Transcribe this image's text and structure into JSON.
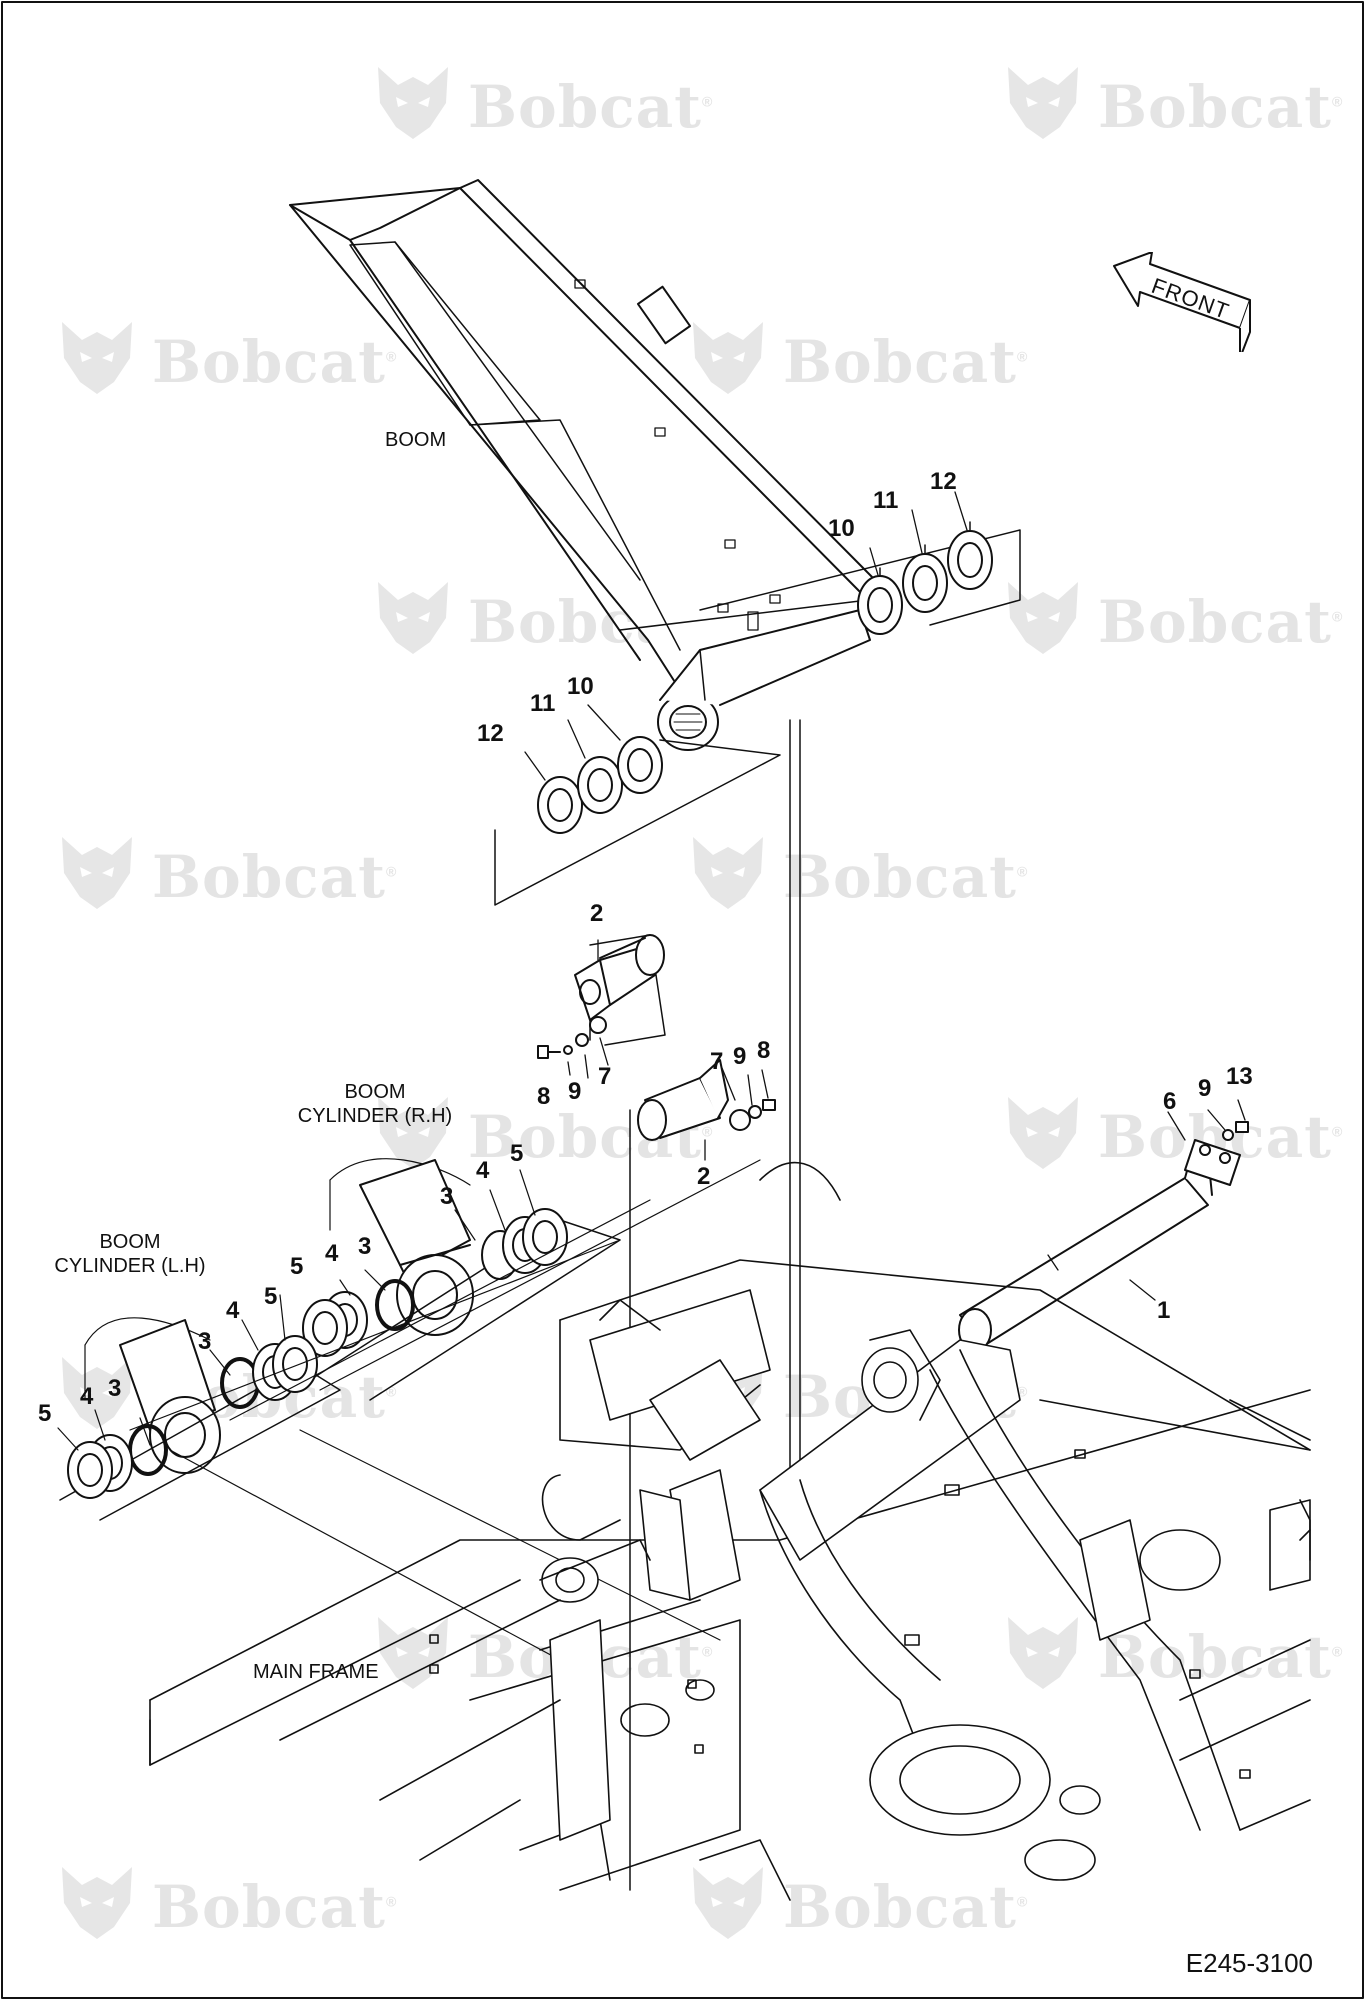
{
  "watermark": {
    "brand": "Bobcat",
    "symbol": "®",
    "logo_icon": "bobcat-head-icon"
  },
  "orientation": {
    "front_label": "FRONT",
    "icon": "front-arrow-icon"
  },
  "labels": {
    "boom": "BOOM",
    "boom_cylinder_rh_line1": "BOOM",
    "boom_cylinder_rh_line2": "CYLINDER (R.H)",
    "boom_cylinder_lh_line1": "BOOM",
    "boom_cylinder_lh_line2": "CYLINDER (L.H)",
    "main_frame": "MAIN FRAME"
  },
  "callouts": {
    "top_right": [
      "10",
      "11",
      "12"
    ],
    "top_left": [
      "12",
      "11",
      "10"
    ],
    "pin_upper": [
      "2",
      "8",
      "9",
      "7"
    ],
    "pin_lower": [
      "7",
      "9",
      "8",
      "2"
    ],
    "main_pin": [
      "6",
      "9",
      "13",
      "1"
    ],
    "cyl_rh": [
      "3",
      "4",
      "5",
      "5",
      "4",
      "3"
    ],
    "cyl_lh": [
      "3",
      "4",
      "5",
      "5",
      "4",
      "3"
    ]
  },
  "drawing_code": "E245-3100"
}
